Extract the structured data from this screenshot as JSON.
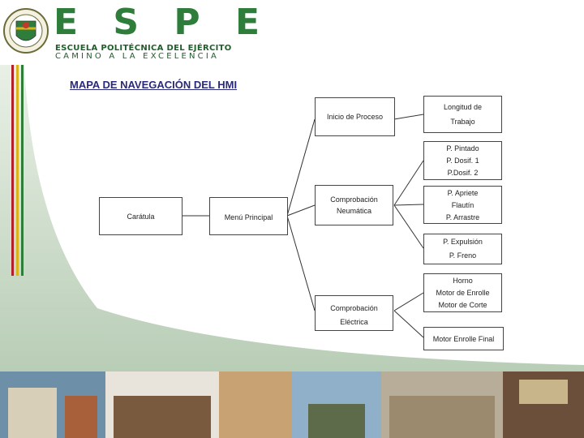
{
  "header": {
    "logo_letters": "E S P E",
    "school_name": "ESCUELA POLITÉCNICA DEL EJÉRCITO",
    "motto": "CAMINO A LA EXCELENCIA"
  },
  "title": "MAPA DE NAVEGACIÓN DEL HMI",
  "nodes": {
    "caratula": "Carátula",
    "menu": "Menú Principal",
    "inicio": "Inicio de Proceso",
    "neumatica": "Comprobación Neumática",
    "electrica": [
      "Comprobación",
      "Eléctrica"
    ],
    "longitud": [
      "Longitud de",
      "Trabajo"
    ],
    "pintado_group": [
      "P. Pintado",
      "P. Dosif. 1",
      "P.Dosif. 2"
    ],
    "apriete_group": [
      "P. Apriete",
      "Flautín",
      "P. Arrastre"
    ],
    "expulsion_group": [
      "P. Expulsión",
      "P. Freno"
    ],
    "horno_group": [
      "Horno",
      "Motor de Enrolle",
      "Motor de Corte"
    ],
    "enrolle_final": "Motor Enrolle Final"
  },
  "colors": {
    "brand_green": "#2e7d3a",
    "title_blue": "#2a2a7a"
  }
}
